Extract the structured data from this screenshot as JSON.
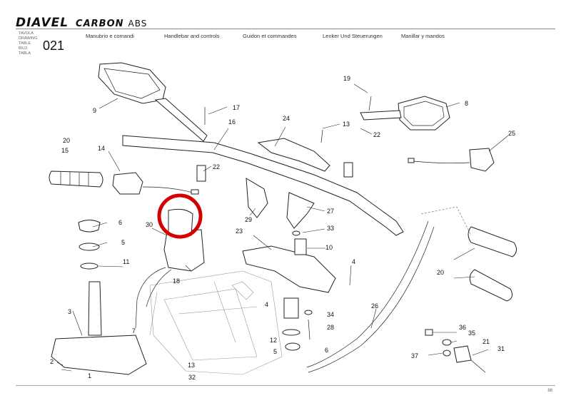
{
  "header": {
    "brand": "DIAVEL",
    "model": "CARBON",
    "abs": "ABS",
    "meta_labels": [
      "TAVOLA",
      "DRAWING",
      "TABLE",
      "BILD",
      "TABLA"
    ],
    "table_number": "021",
    "languages": [
      "Manubrio e comandi",
      "Handlebar and controls",
      "Guidon et commandes",
      "Lenker Und Steuerungen",
      "Manillar y mandos"
    ]
  },
  "callouts": [
    "1",
    "2",
    "3",
    "4",
    "4",
    "5",
    "5",
    "6",
    "6",
    "7",
    "8",
    "9",
    "10",
    "11",
    "12",
    "13",
    "13",
    "14",
    "15",
    "16",
    "17",
    "18",
    "19",
    "20",
    "20",
    "21",
    "22",
    "22",
    "23",
    "24",
    "25",
    "26",
    "27",
    "28",
    "29",
    "30",
    "31",
    "32",
    "33",
    "34",
    "35",
    "36",
    "37"
  ],
  "annotation": {
    "shape": "circle",
    "color": "#d40000"
  },
  "footer": {
    "page": "88"
  }
}
